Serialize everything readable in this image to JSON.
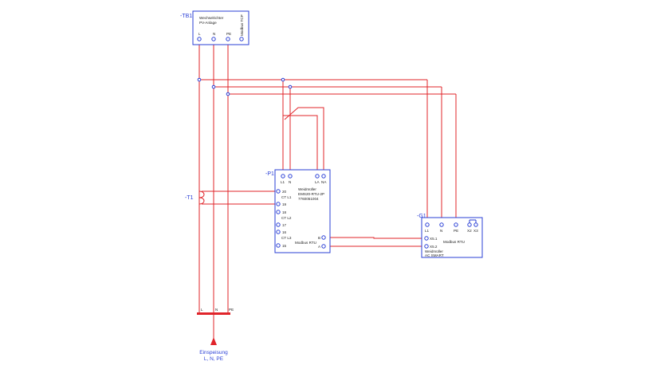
{
  "colors": {
    "device": "#2a3fd6",
    "wire": "#e0242a"
  },
  "tb1": {
    "tag": "-TB1",
    "line1": "Wechselrichter",
    "line2": "PV-Anlage",
    "terminals": [
      "L",
      "N",
      "PE",
      "Modbus TCP"
    ]
  },
  "t1": {
    "tag": "-T1"
  },
  "p1": {
    "tag": "-P1",
    "top_terminals": [
      "L1",
      "N",
      "LA",
      "NA"
    ],
    "line1": "Weidmüller",
    "line2": "EMS20-RTU-2P",
    "line3": "7760051004",
    "left_terminals": [
      "20",
      "CT L1",
      "19",
      "18",
      "CT L2",
      "17",
      "16",
      "CT L3",
      "15"
    ],
    "right_terminals": [
      "B",
      "A"
    ],
    "modbus": "Modbus RTU"
  },
  "g1": {
    "tag": "-G1",
    "top_terminals": [
      "L1",
      "N",
      "PE",
      "X2",
      "X3"
    ],
    "left_terminals": [
      "X5.1",
      "X5.2"
    ],
    "modbus": "Modbus RTU",
    "line1": "Weidmüller",
    "line2": "AC SMART"
  },
  "busbar_labels": [
    "L",
    "N",
    "PE"
  ],
  "feed": {
    "line1": "Einspeisung",
    "line2": "L, N, PE"
  }
}
